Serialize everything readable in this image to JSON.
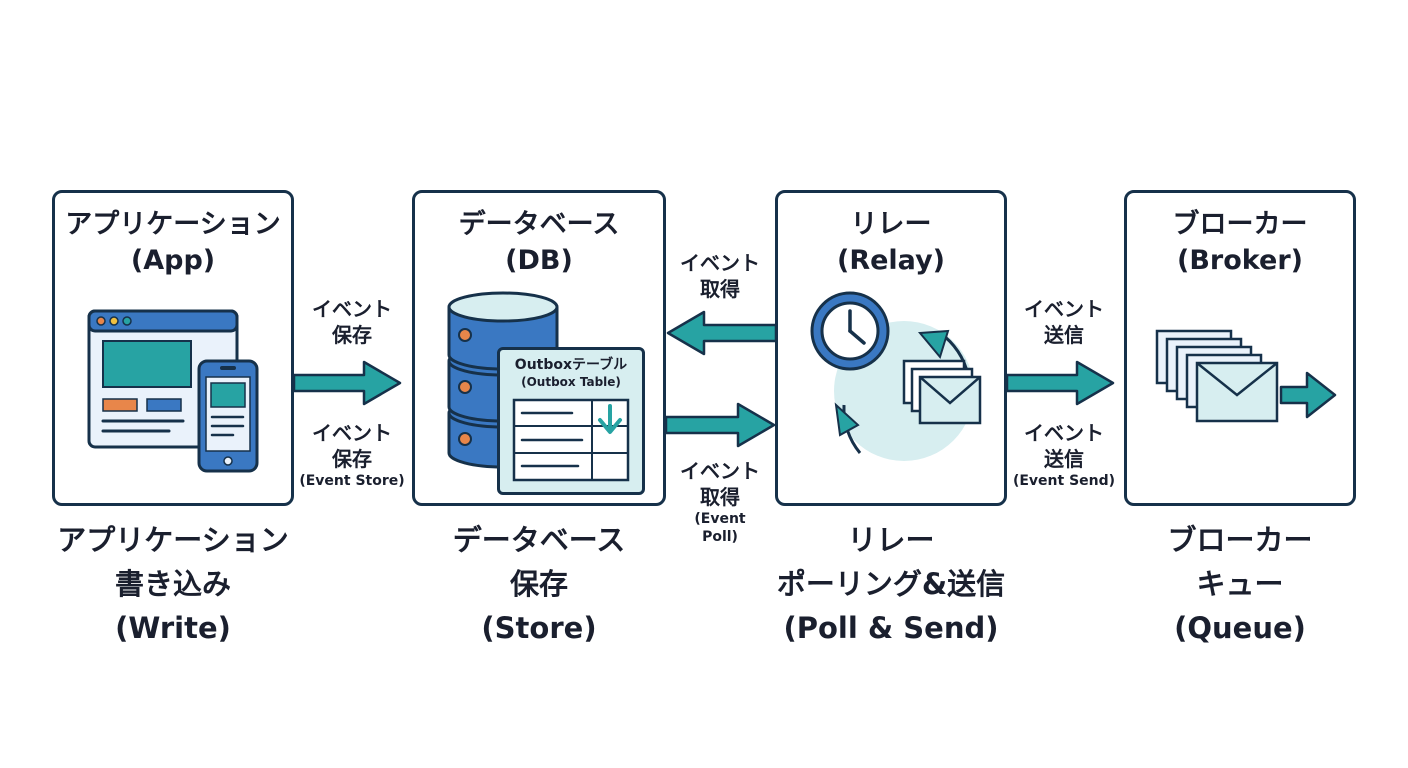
{
  "nodes": {
    "app": {
      "title": "アプリケーション",
      "subtitle": "(App)",
      "caption": [
        "アプリケーション",
        "書き込み",
        "(Write)"
      ],
      "icon": "app-window-and-phone-icon"
    },
    "db": {
      "title": "データベース",
      "subtitle": "(DB)",
      "caption": [
        "データベース",
        "保存",
        "(Store)"
      ],
      "icon": "database-stack-icon",
      "outbox_title": "Outboxテーブル",
      "outbox_subtitle": "(Outbox Table)"
    },
    "relay": {
      "title": "リレー",
      "subtitle": "(Relay)",
      "caption": [
        "リレー",
        "ポーリング&送信",
        "(Poll & Send)"
      ],
      "icon": "clock-cycle-envelopes-icon"
    },
    "broker": {
      "title": "ブローカー",
      "subtitle": "(Broker)",
      "caption": [
        "ブローカー",
        "キュー",
        "(Queue)"
      ],
      "icon": "message-queue-icon"
    }
  },
  "arrows": {
    "app_to_db": {
      "top": [
        "イベント",
        "保存"
      ],
      "bottom": [
        "イベント",
        "保存"
      ],
      "bottom_sub": [
        "(Event Store)"
      ]
    },
    "relay_from_db": {
      "top": [
        "イベント",
        "取得"
      ],
      "bottom": [
        "イベント",
        "取得"
      ],
      "bottom_sub": [
        "(Event",
        "Poll)"
      ]
    },
    "relay_to_broker": {
      "top": [
        "イベント",
        "送信"
      ],
      "bottom": [
        "イベント",
        "送信"
      ],
      "bottom_sub": [
        "(Event Send)"
      ]
    }
  },
  "colors": {
    "outline": "#16314a",
    "blue": "#3a78c2",
    "teal": "#27a3a3",
    "light_teal": "#d7eef0",
    "orange": "#e8864a"
  }
}
